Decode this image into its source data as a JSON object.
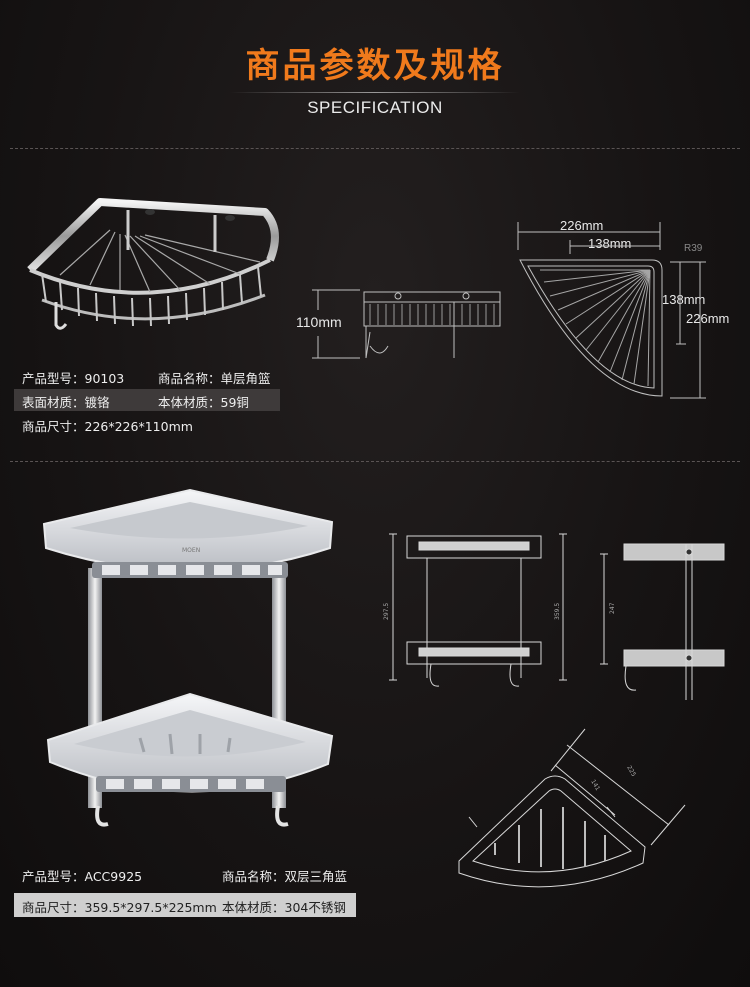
{
  "header": {
    "title": "商品参数及规格",
    "subtitle": "SPECIFICATION"
  },
  "colors": {
    "accent": "#f07a1c",
    "background": "#171414"
  },
  "product1": {
    "model": "产品型号：90103",
    "name": "商品名称：单层角篮",
    "finish": "表面材质：镀铬",
    "body_material": "本体材质：59铜",
    "size": "商品尺寸：226*226*110mm",
    "dimensions": {
      "height": "110mm",
      "width": "226mm",
      "inner_width": "138mm",
      "radius": "R39",
      "depth_inner": "138mm",
      "depth": "226mm"
    }
  },
  "product2": {
    "model": "产品型号：ACC9925",
    "name": "商品名称：双层三角蓝",
    "size": "商品尺寸：359.5*297.5*225mm",
    "body_material": "本体材质：304不锈钢",
    "logo": "MOEN"
  }
}
